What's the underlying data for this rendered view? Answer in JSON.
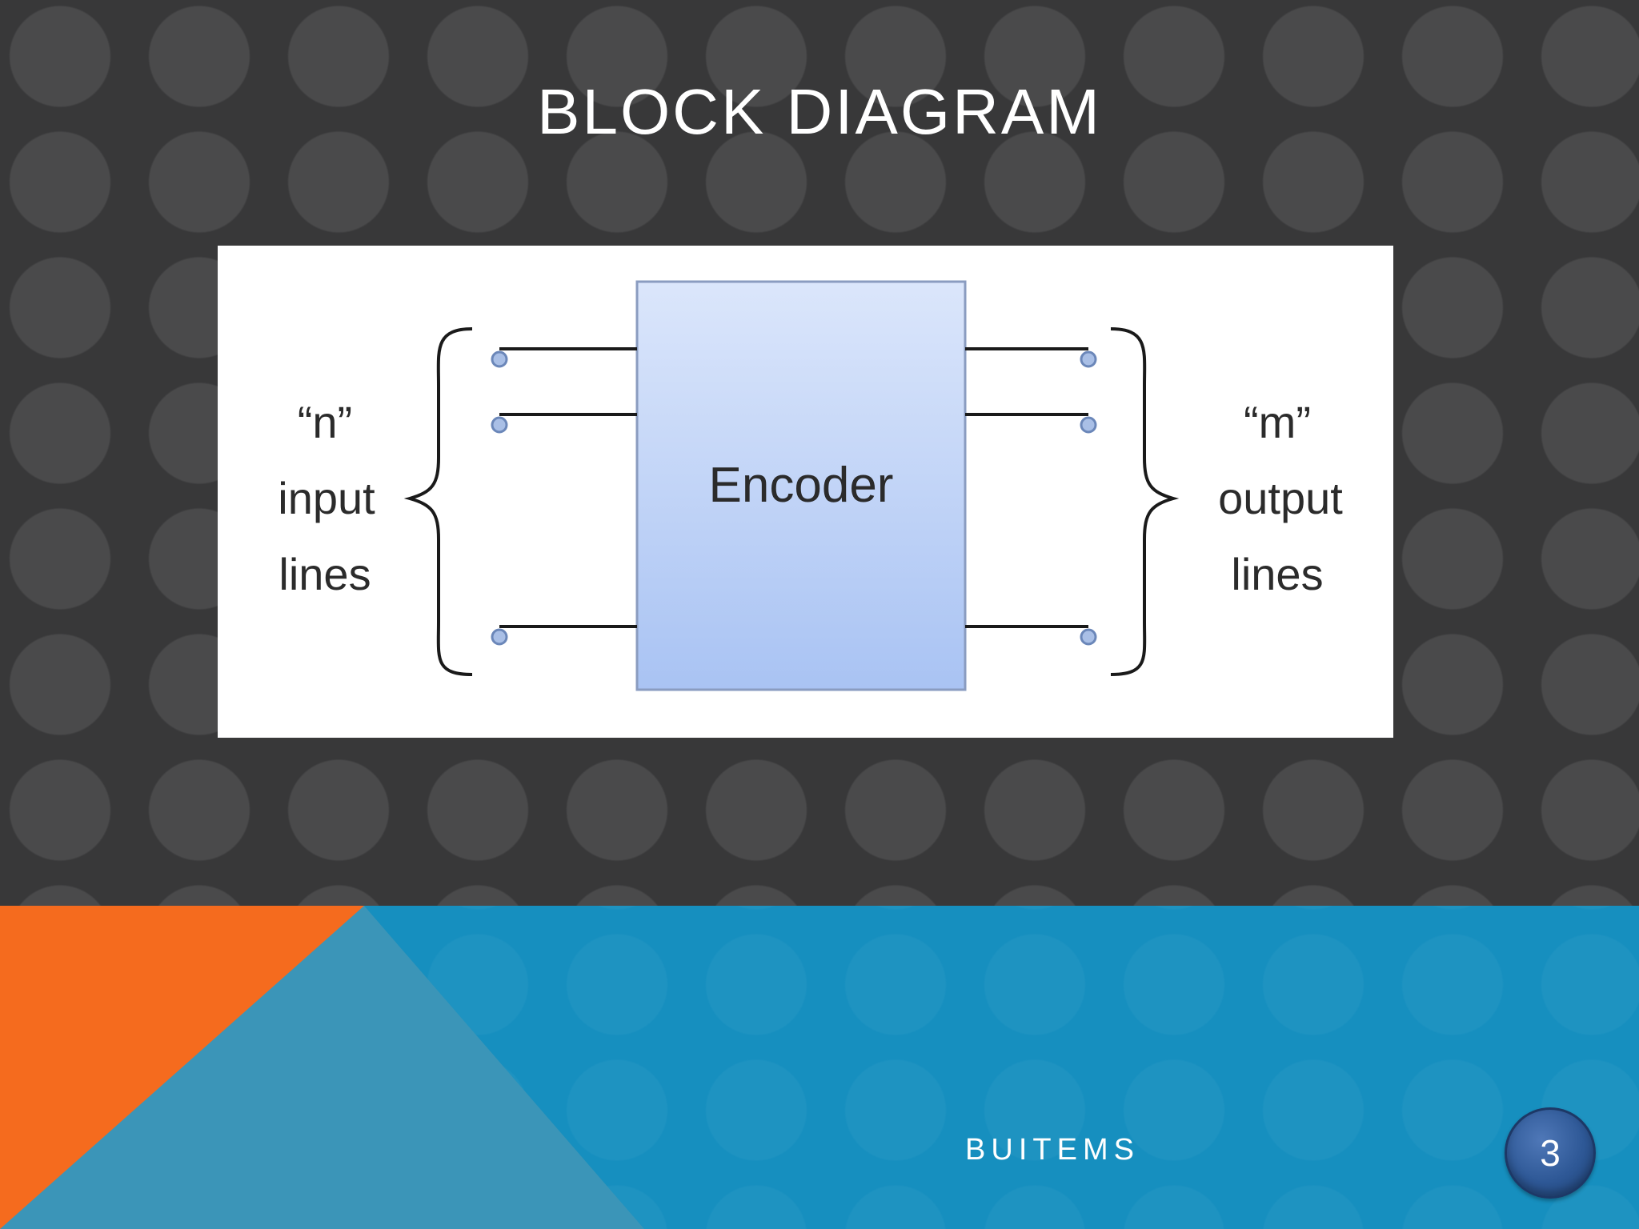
{
  "slide": {
    "title": "BLOCK DIAGRAM",
    "footer": "BUITEMS",
    "page_number": "3"
  },
  "diagram": {
    "block_label": "Encoder",
    "input_label": [
      "“n”",
      "input",
      "lines"
    ],
    "output_label": [
      "“m”",
      "output",
      "lines"
    ]
  },
  "colors": {
    "background_dark": "#383839",
    "band_blue": "#168fbf",
    "corner_orange": "#f56b1e",
    "corner_light_blue": "#3b95b8",
    "block_fill_top": "#dbe6fb",
    "block_fill_bottom": "#a9c3f3"
  }
}
